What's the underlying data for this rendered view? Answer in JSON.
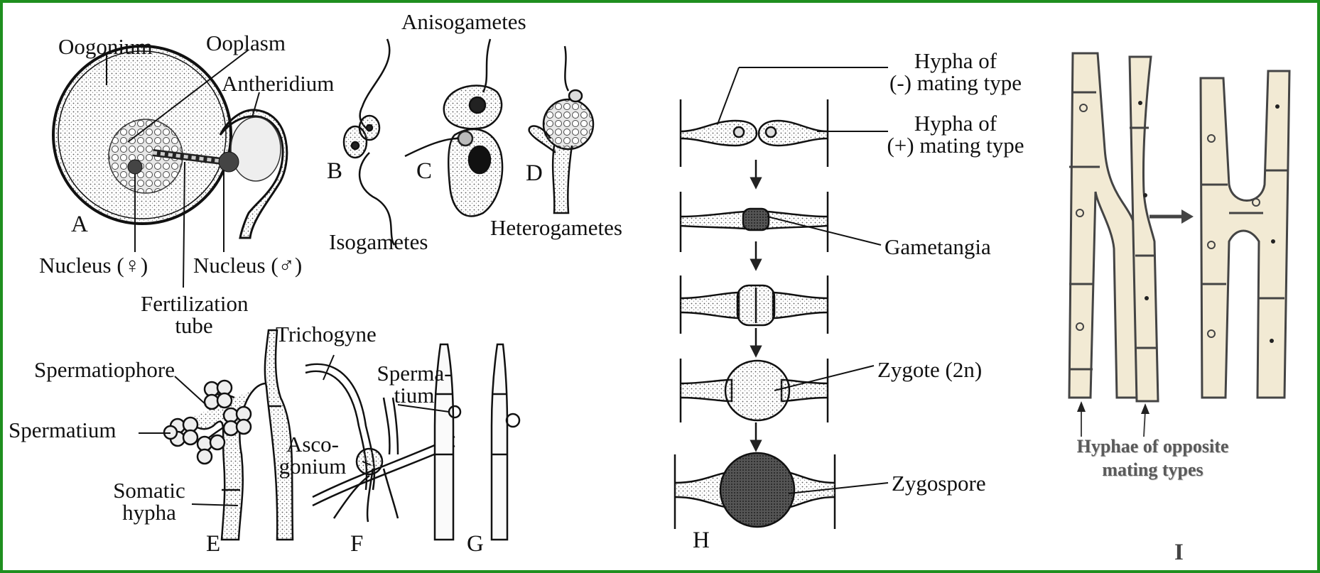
{
  "panels": {
    "A": "A",
    "B": "B",
    "C": "C",
    "D": "D",
    "E": "E",
    "F": "F",
    "G": "G",
    "H": "H",
    "I": "I"
  },
  "labels": {
    "oogonium": "Oogonium",
    "ooplasm": "Ooplasm",
    "antheridium": "Antheridium",
    "nucleus_female": "Nucleus (♀)",
    "nucleus_male": "Nucleus (♂)",
    "fertilization_tube_1": "Fertilization",
    "fertilization_tube_2": "tube",
    "anisogametes": "Anisogametes",
    "isogametes": "Isogametes",
    "heterogametes": "Heterogametes",
    "spermatiophore": "Spermatiophore",
    "spermatium_e": "Spermatium",
    "somatic_hypha_1": "Somatic",
    "somatic_hypha_2": "hypha",
    "trichogyne": "Trichogyne",
    "spermatium_f_1": "Sperma-",
    "spermatium_f_2": "tium",
    "ascogonium_1": "Asco-",
    "ascogonium_2": "gonium",
    "hypha_minus_1": "Hypha of",
    "hypha_minus_2": "(-) mating type",
    "hypha_plus_1": "Hypha of",
    "hypha_plus_2": "(+) mating type",
    "gametangia": "Gametangia",
    "zygote": "Zygote (2n)",
    "zygospore": "Zygospore",
    "hyphae_caption_1": "Hyphae of opposite",
    "hyphae_caption_2": "mating types"
  }
}
